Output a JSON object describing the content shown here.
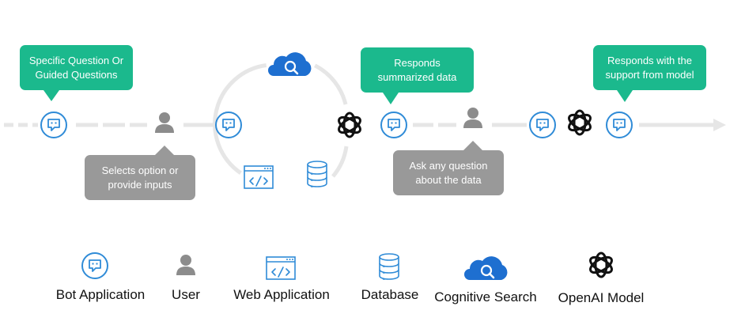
{
  "callouts": {
    "specific_question": "Specific Question Or\nGuided Questions",
    "selects_option": "Selects option or\nprovide inputs",
    "responds_summarized": "Responds\nsummarized data",
    "ask_any_question": "Ask any question\nabout the data",
    "responds_support": "Responds with the\nsupport from model"
  },
  "legend": {
    "bot": "Bot Application",
    "user": "User",
    "web": "Web Application",
    "database": "Database",
    "search": "Cognitive Search",
    "openai": "OpenAI Model"
  },
  "colors": {
    "bot_blue": "#2f8bd7",
    "callout_green": "#1bb98d",
    "callout_gray": "#999999",
    "user_gray": "#8c8c8c",
    "flow_line": "#e6e6e6",
    "cloud_blue": "#1e6fd0"
  }
}
